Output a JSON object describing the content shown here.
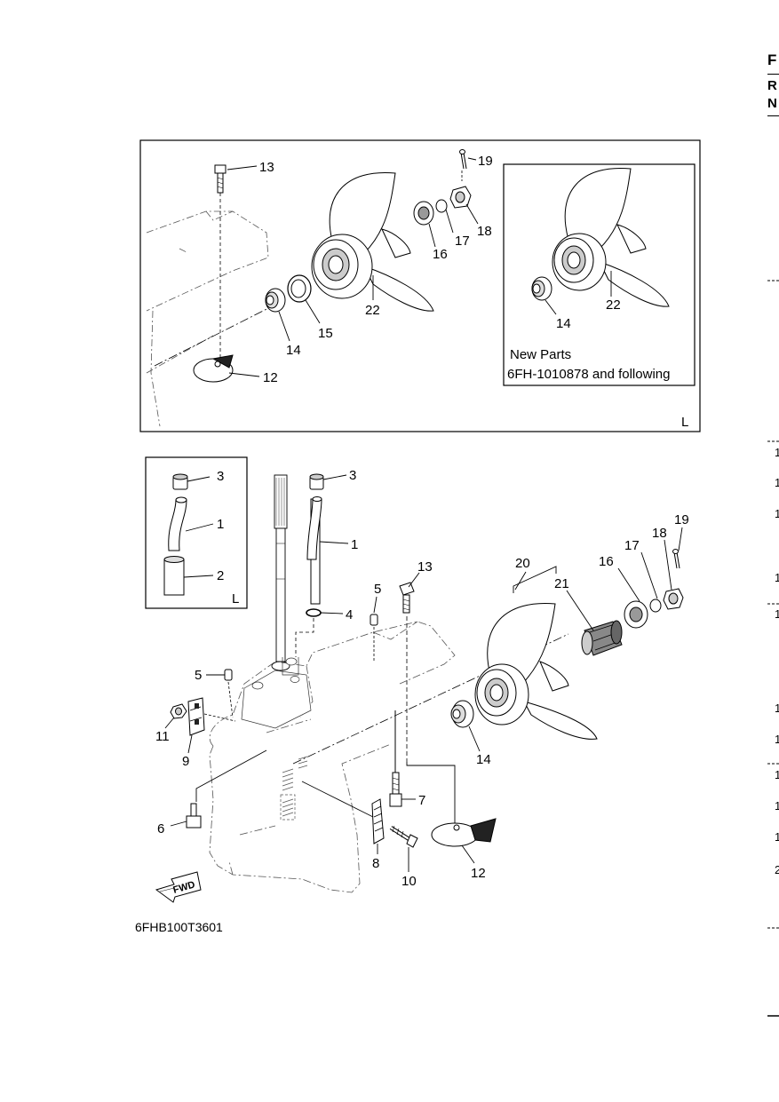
{
  "right_edge": {
    "letters": [
      "F",
      "R",
      "N"
    ],
    "digits": [
      "1",
      "1",
      "1",
      "1",
      "1",
      "1",
      "1",
      "1",
      "1",
      "1",
      "2"
    ]
  },
  "top_panel": {
    "corner_label": "L",
    "callouts": [
      "13",
      "19",
      "18",
      "17",
      "16",
      "22",
      "15",
      "14",
      "12"
    ],
    "inset": {
      "callouts": [
        "14",
        "22"
      ],
      "note_line1": "New Parts",
      "note_line2": "6FH-1010878 and following"
    }
  },
  "left_inset": {
    "corner_label": "L",
    "callouts": [
      "3",
      "1",
      "2"
    ]
  },
  "main": {
    "callouts": [
      "3",
      "1",
      "4",
      "5",
      "13",
      "20",
      "21",
      "16",
      "17",
      "18",
      "19",
      "5",
      "11",
      "9",
      "14",
      "7",
      "6",
      "8",
      "10",
      "12"
    ],
    "fwd_label": "FWD",
    "drawing_code": "6FHB100T3601"
  }
}
